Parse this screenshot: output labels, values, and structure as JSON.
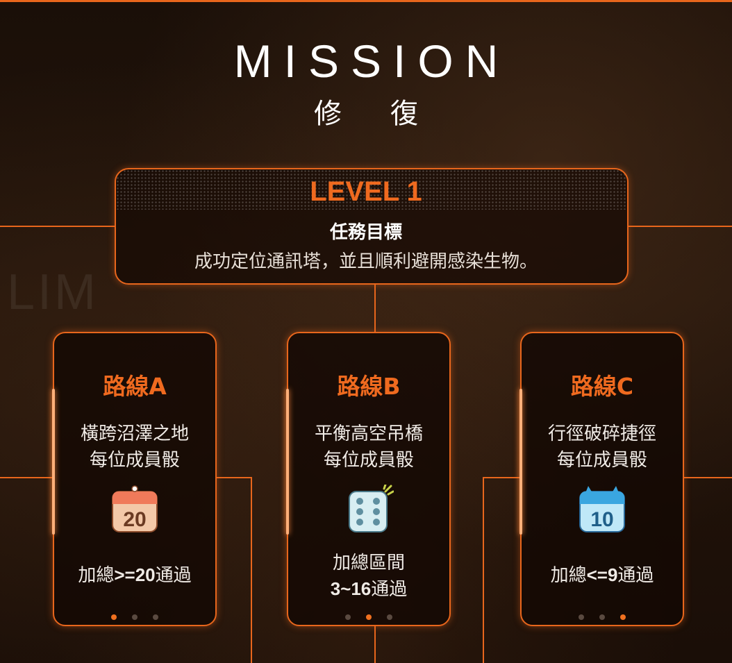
{
  "header": {
    "title": "MISSION",
    "subtitle": "修復"
  },
  "background": {
    "watermark": "LIM"
  },
  "level": {
    "title": "LEVEL 1",
    "objective_label": "任務目標",
    "objective_text": "成功定位通訊塔，並且順利避開感染生物。"
  },
  "routes": [
    {
      "name": "路線A",
      "desc_line1": "橫跨沼澤之地",
      "desc_line2": "每位成員骰",
      "icon": "calendar-20-icon",
      "icon_text": "20",
      "cond_prefix": "加總",
      "cond_value": ">=20",
      "cond_suffix": "通過",
      "pager_active": 0
    },
    {
      "name": "路線B",
      "desc_line1": "平衡高空吊橋",
      "desc_line2": "每位成員骰",
      "icon": "dice-icon",
      "cond_line1": "加總區間",
      "cond_value": "3~16",
      "cond_suffix": "通過",
      "pager_active": 1
    },
    {
      "name": "路線C",
      "desc_line1": "行徑破碎捷徑",
      "desc_line2": "每位成員骰",
      "icon": "calendar-10-icon",
      "icon_text": "10",
      "cond_prefix": "加總",
      "cond_value": "<=9",
      "cond_suffix": "通過",
      "pager_active": 2
    }
  ],
  "colors": {
    "accent": "#e8661c",
    "accent_text": "#ef6a1f",
    "background": "#160c06"
  }
}
